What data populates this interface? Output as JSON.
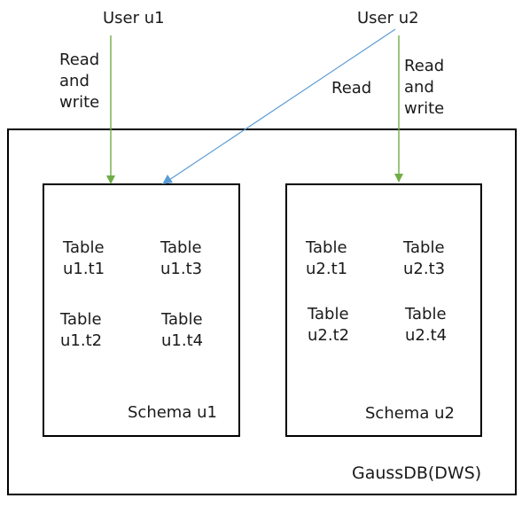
{
  "users": {
    "u1": "User u1",
    "u2": "User u2"
  },
  "permissions": {
    "u1_rw": [
      "Read",
      "and",
      "write"
    ],
    "u2_read": "Read",
    "u2_rw": [
      "Read",
      "and",
      "write"
    ]
  },
  "schema_u1": {
    "name": "Schema u1",
    "tables": [
      [
        "Table",
        "u1.t1"
      ],
      [
        "Table",
        "u1.t3"
      ],
      [
        "Table",
        "u1.t2"
      ],
      [
        "Table",
        "u1.t4"
      ]
    ]
  },
  "schema_u2": {
    "name": "Schema u2",
    "tables": [
      [
        "Table",
        "u2.t1"
      ],
      [
        "Table",
        "u2.t3"
      ],
      [
        "Table",
        "u2.t2"
      ],
      [
        "Table",
        "u2.t4"
      ]
    ]
  },
  "database": {
    "name": "GaussDB(DWS)"
  },
  "colors": {
    "rw_arrow": "#70AD47",
    "read_arrow": "#5B9BD5",
    "border": "#000000"
  }
}
